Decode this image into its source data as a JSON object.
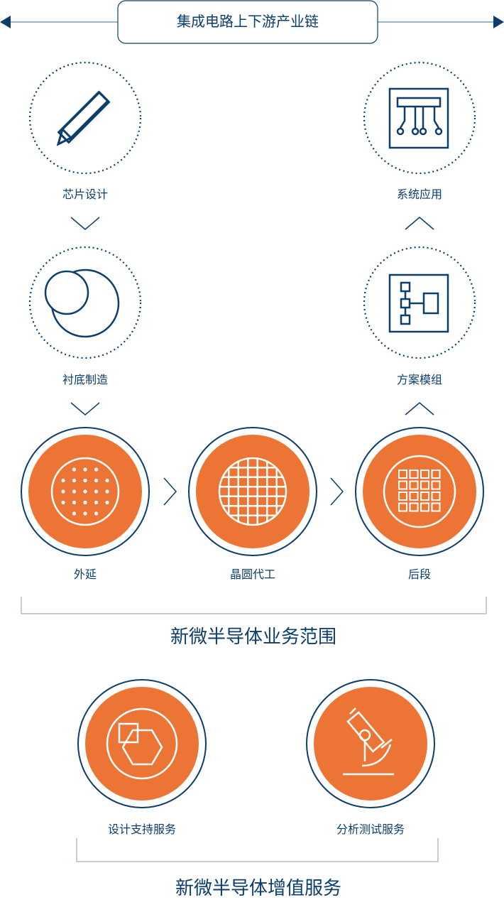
{
  "header": {
    "title": "集成电路上下游产业链"
  },
  "upstream": [
    {
      "label": "芯片设计",
      "icon": "ruler-pencil-icon"
    },
    {
      "label": "衬底制造",
      "icon": "substrate-circles-icon"
    }
  ],
  "downstream": [
    {
      "label": "系统应用",
      "icon": "circuit-board-icon"
    },
    {
      "label": "方案模组",
      "icon": "module-diagram-icon"
    }
  ],
  "business": {
    "steps": [
      {
        "label": "外延",
        "icon": "wafer-dots-icon"
      },
      {
        "label": "晶圆代工",
        "icon": "wafer-grid-icon"
      },
      {
        "label": "后段",
        "icon": "wafer-dies-icon"
      }
    ],
    "title": "新微半导体业务范围"
  },
  "services": {
    "items": [
      {
        "label": "设计支持服务",
        "icon": "design-shapes-icon"
      },
      {
        "label": "分析测试服务",
        "icon": "microscope-icon"
      }
    ],
    "title": "新微半导体增值服务"
  },
  "colors": {
    "navy": "#0d3d6b",
    "orange": "#ec7535"
  }
}
